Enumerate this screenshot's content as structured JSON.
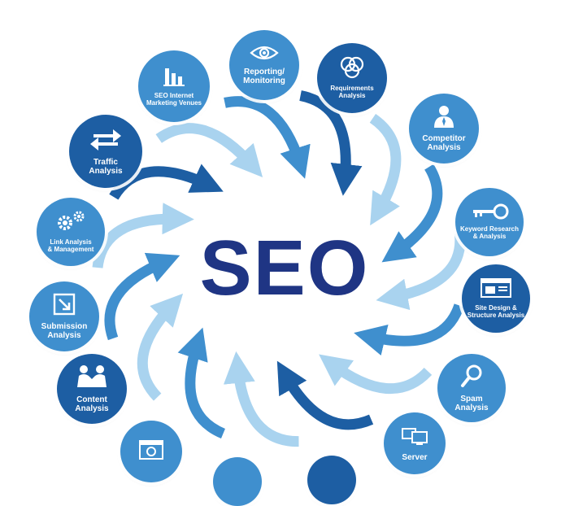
{
  "title": "SEO",
  "colors": {
    "dark": "#1d5ea3",
    "medium": "#3f8fce",
    "light": "#76b6e2",
    "title": "#1f3584"
  },
  "nodes": [
    {
      "id": "reporting",
      "label_1": "Reporting/",
      "label_2": "Monitoring",
      "icon": "eye-icon",
      "color": "medium"
    },
    {
      "id": "requirements",
      "label_1": "Requirements",
      "label_2": "Analysis",
      "icon": "venn-icon",
      "color": "dark"
    },
    {
      "id": "competitor",
      "label_1": "Competitor",
      "label_2": "Analysis",
      "icon": "person-icon",
      "color": "medium"
    },
    {
      "id": "keyword",
      "label_1": "Keyword Research",
      "label_2": "& Analysis",
      "icon": "key-icon",
      "color": "medium"
    },
    {
      "id": "sitedesign",
      "label_1": "Site Design &",
      "label_2": "Structure Analysis",
      "icon": "window-icon",
      "color": "dark"
    },
    {
      "id": "spam",
      "label_1": "Spam",
      "label_2": "Analysis",
      "icon": "magnifier-icon",
      "color": "medium"
    },
    {
      "id": "server",
      "label_1": "Server",
      "label_2": "",
      "icon": "monitors-icon",
      "color": "medium"
    },
    {
      "id": "bottom-a",
      "label_1": "",
      "label_2": "",
      "icon": "",
      "color": "dark"
    },
    {
      "id": "bottom-b",
      "label_1": "",
      "label_2": "",
      "icon": "",
      "color": "medium"
    },
    {
      "id": "bottom-c",
      "label_1": "",
      "label_2": "",
      "icon": "browser-icon",
      "color": "medium"
    },
    {
      "id": "content",
      "label_1": "Content",
      "label_2": "Analysis",
      "icon": "handshake-icon",
      "color": "dark"
    },
    {
      "id": "submission",
      "label_1": "Submission",
      "label_2": "Analysis",
      "icon": "upload-box-icon",
      "color": "medium"
    },
    {
      "id": "link",
      "label_1": "Link Analysis",
      "label_2": "& Management",
      "icon": "gears-icon",
      "color": "medium"
    },
    {
      "id": "traffic",
      "label_1": "Traffic",
      "label_2": "Analysis",
      "icon": "arrows-icon",
      "color": "dark"
    },
    {
      "id": "venues",
      "label_1": "SEO Internet",
      "label_2": "Marketing Venues",
      "icon": "bar-chart-icon",
      "color": "medium"
    }
  ]
}
